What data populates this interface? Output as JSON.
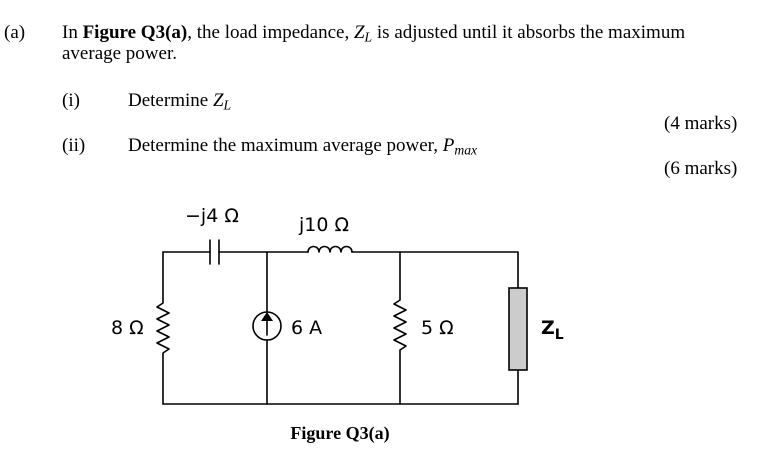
{
  "question": {
    "part_label": "(a)",
    "line1_pre": "In ",
    "line1_ref": "Figure Q3(a)",
    "line1_mid": ", the load impedance, ",
    "line1_var": "Z",
    "line1_var_sub": "L",
    "line1_post": " is adjusted until it absorbs the maximum",
    "line2": "average power."
  },
  "subparts": [
    {
      "label": "(i)",
      "text": "Determine ",
      "var": "Z",
      "var_sub": "L",
      "marks": "(4 marks)"
    },
    {
      "label": "(ii)",
      "text": "Determine the maximum average power, ",
      "var": "P",
      "var_sub": "max",
      "marks": "(6 marks)"
    }
  ],
  "circuit": {
    "capacitor_label": "−j4 Ω",
    "inductor_label": "j10 Ω",
    "resistor_left_label": "8 Ω",
    "source_label": "6 A",
    "resistor_right_label": "5 Ω",
    "load_label": "Z",
    "load_sub": "L",
    "load_fill": "#cccccc"
  },
  "figure_caption": "Figure Q3(a)"
}
